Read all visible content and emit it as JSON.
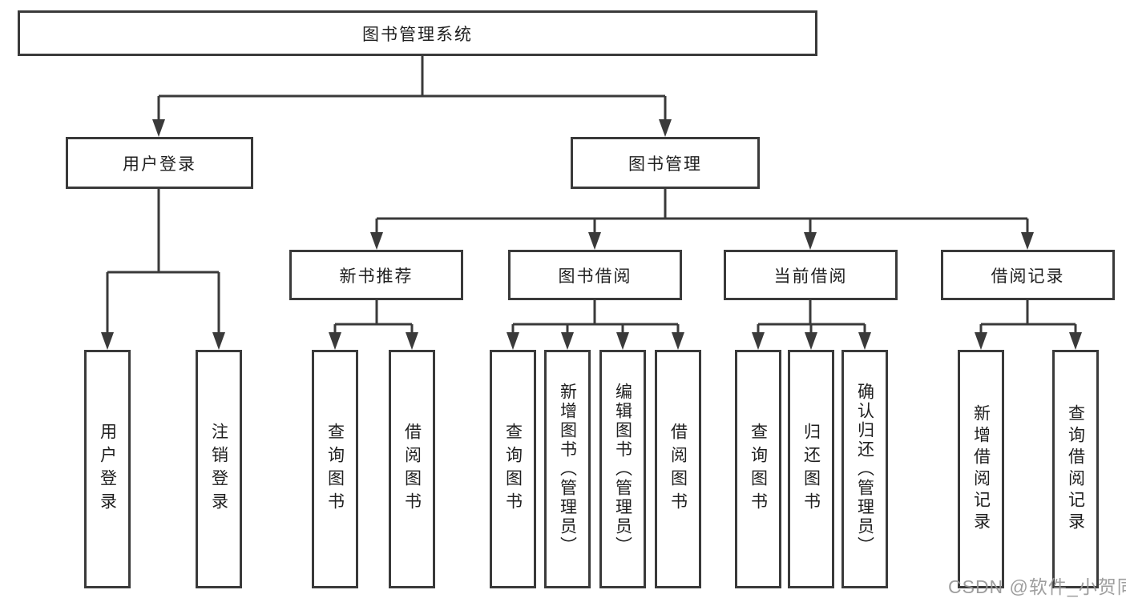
{
  "diagram": {
    "root": "图书管理系统",
    "level2": [
      "用户登录",
      "图书管理"
    ],
    "level3": [
      "新书推荐",
      "图书借阅",
      "当前借阅",
      "借阅记录"
    ],
    "leaves": {
      "login": [
        "用户登录",
        "注销登录"
      ],
      "recommend": [
        "查询图书",
        "借阅图书"
      ],
      "borrow": [
        "查询图书",
        "新增图书（管理员）",
        "编辑图书（管理员）",
        "借阅图书"
      ],
      "current": [
        "查询图书",
        "归还图书",
        "确认归还（管理员）"
      ],
      "records": [
        "新增借阅记录",
        "查询借阅记录"
      ]
    }
  },
  "watermark": "CSDN @软件_小贺同学",
  "colors": {
    "line": "#3a3a3a",
    "text": "#1f1f1f",
    "watermark": "#969696",
    "background": "#ffffff"
  }
}
